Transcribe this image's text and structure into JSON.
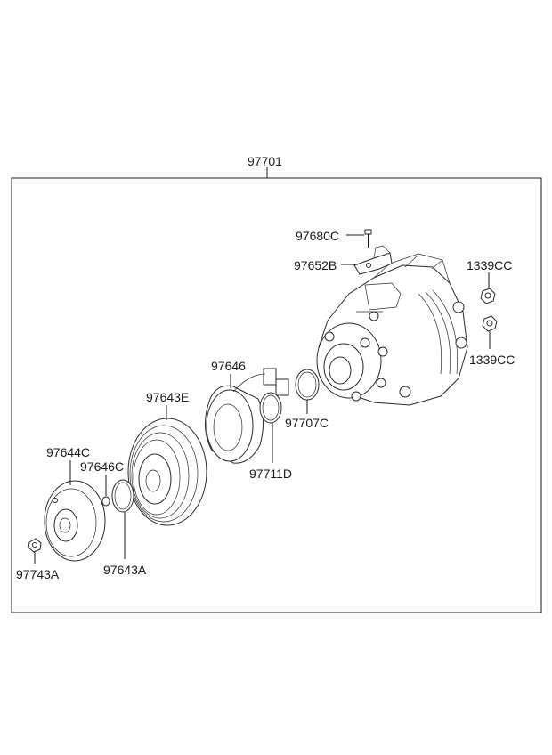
{
  "assembly": {
    "part_number": "97701"
  },
  "callouts": [
    {
      "id": "nut-97743a",
      "part_number": "97743A"
    },
    {
      "id": "hub-97644c",
      "part_number": "97644C"
    },
    {
      "id": "shim-97646c",
      "part_number": "97646C"
    },
    {
      "id": "snapring-97643a",
      "part_number": "97643A"
    },
    {
      "id": "pulley-97643e",
      "part_number": "97643E"
    },
    {
      "id": "coil-97646",
      "part_number": "97646"
    },
    {
      "id": "snapring-97711d",
      "part_number": "97711D"
    },
    {
      "id": "oring-97707c",
      "part_number": "97707C"
    },
    {
      "id": "bolt-97680c",
      "part_number": "97680C"
    },
    {
      "id": "bracket-97652b",
      "part_number": "97652B"
    },
    {
      "id": "nut-1339cc-upper",
      "part_number": "1339CC"
    },
    {
      "id": "nut-1339cc-lower",
      "part_number": "1339CC"
    }
  ]
}
